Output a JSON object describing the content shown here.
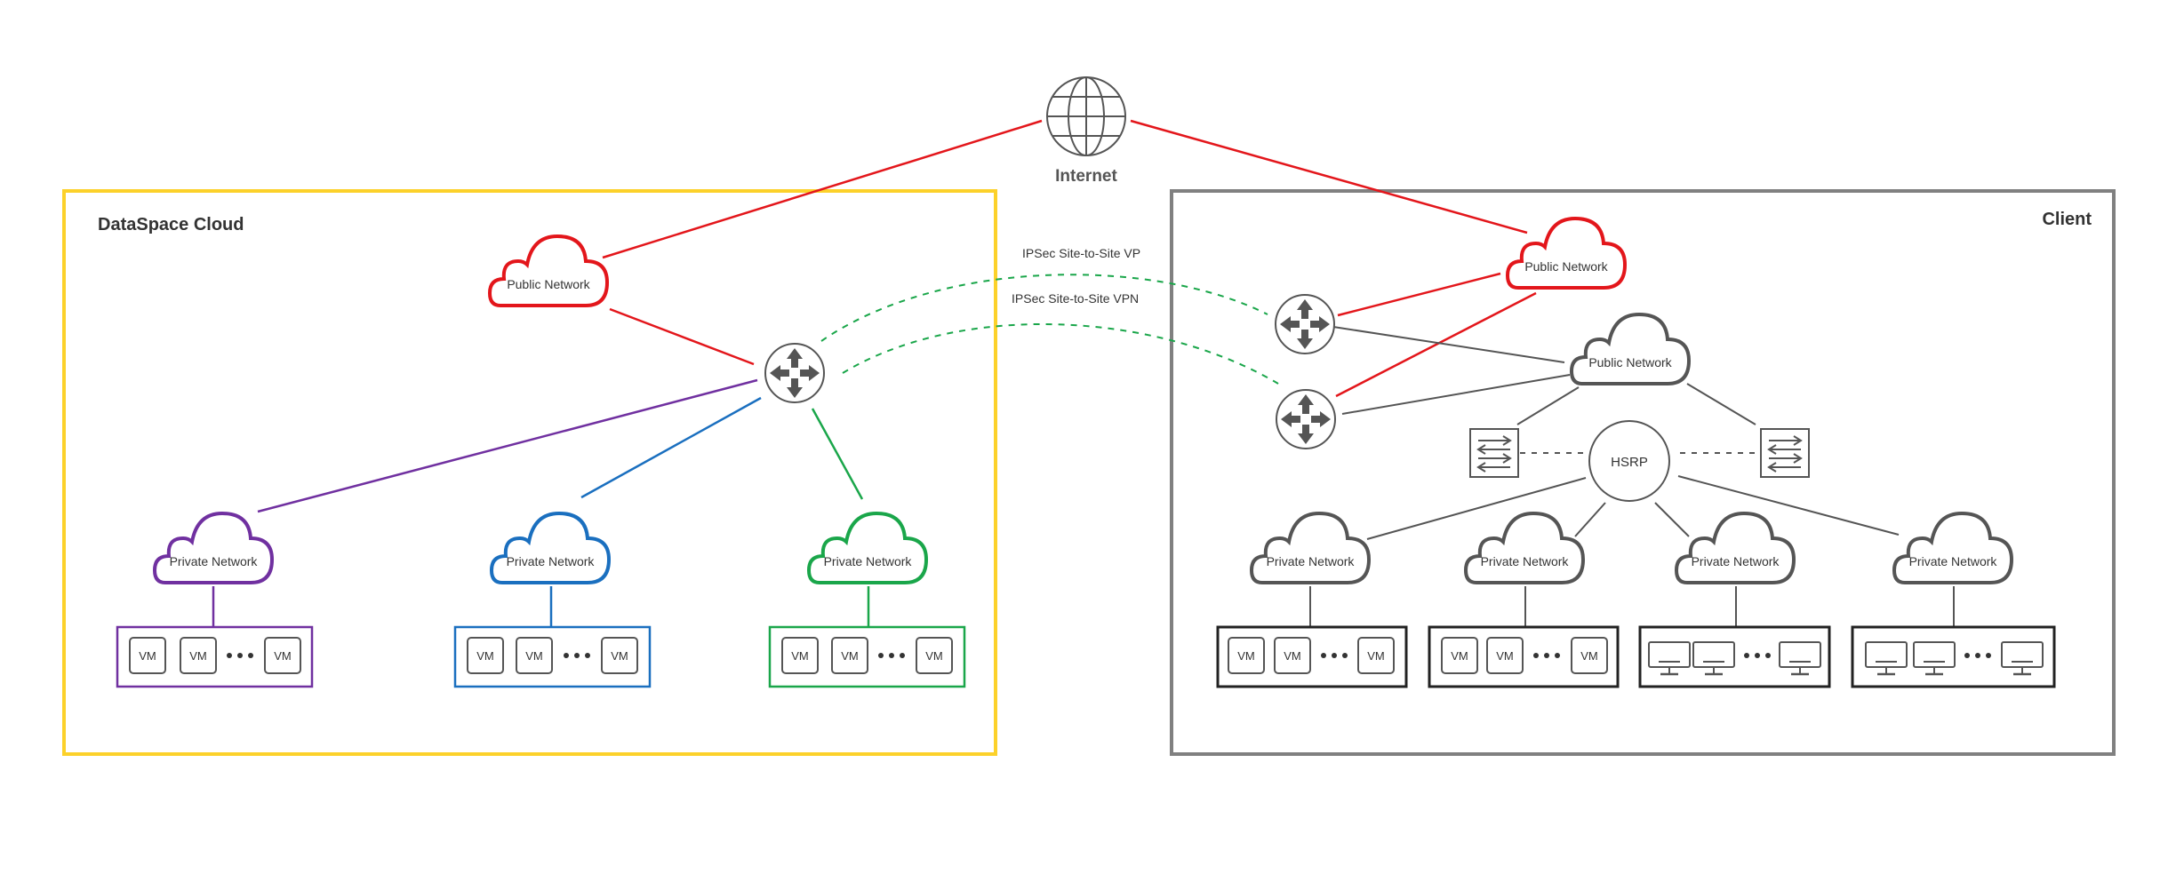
{
  "internet": {
    "label": "Internet"
  },
  "dataspace": {
    "title": "DataSpace Cloud",
    "public_network": "Public Network",
    "private_networks": [
      {
        "label": "Private Network",
        "vms": [
          "VM",
          "VM",
          "VM"
        ],
        "color": "#7030a0"
      },
      {
        "label": "Private Network",
        "vms": [
          "VM",
          "VM",
          "VM"
        ],
        "color": "#1a6fbf"
      },
      {
        "label": "Private Network",
        "vms": [
          "VM",
          "VM",
          "VM"
        ],
        "color": "#1aa64a"
      }
    ]
  },
  "client": {
    "title": "Client",
    "public_network_red": "Public Network",
    "public_network_gray": "Public Network",
    "hsrp": "HSRP",
    "private_networks": [
      {
        "label": "Private Network",
        "kind": "vm",
        "vms": [
          "VM",
          "VM",
          "VM"
        ]
      },
      {
        "label": "Private Network",
        "kind": "vm",
        "vms": [
          "VM",
          "VM",
          "VM"
        ]
      },
      {
        "label": "Private Network",
        "kind": "monitor"
      },
      {
        "label": "Private Network",
        "kind": "monitor"
      }
    ]
  },
  "vpn": {
    "upper_label": "IPSec Site-to-Site VP",
    "lower_label": "IPSec Site-to-Site VPN"
  },
  "colors": {
    "internet_links": "#e3161b",
    "dataspace_frame": "#fcd12a",
    "client_frame": "#808080",
    "gray_node": "#555555",
    "vpn_dashed": "#1aa64a"
  },
  "icons": [
    "globe-icon",
    "cloud-icon",
    "router-icon",
    "switch-icon",
    "monitor-icon"
  ]
}
